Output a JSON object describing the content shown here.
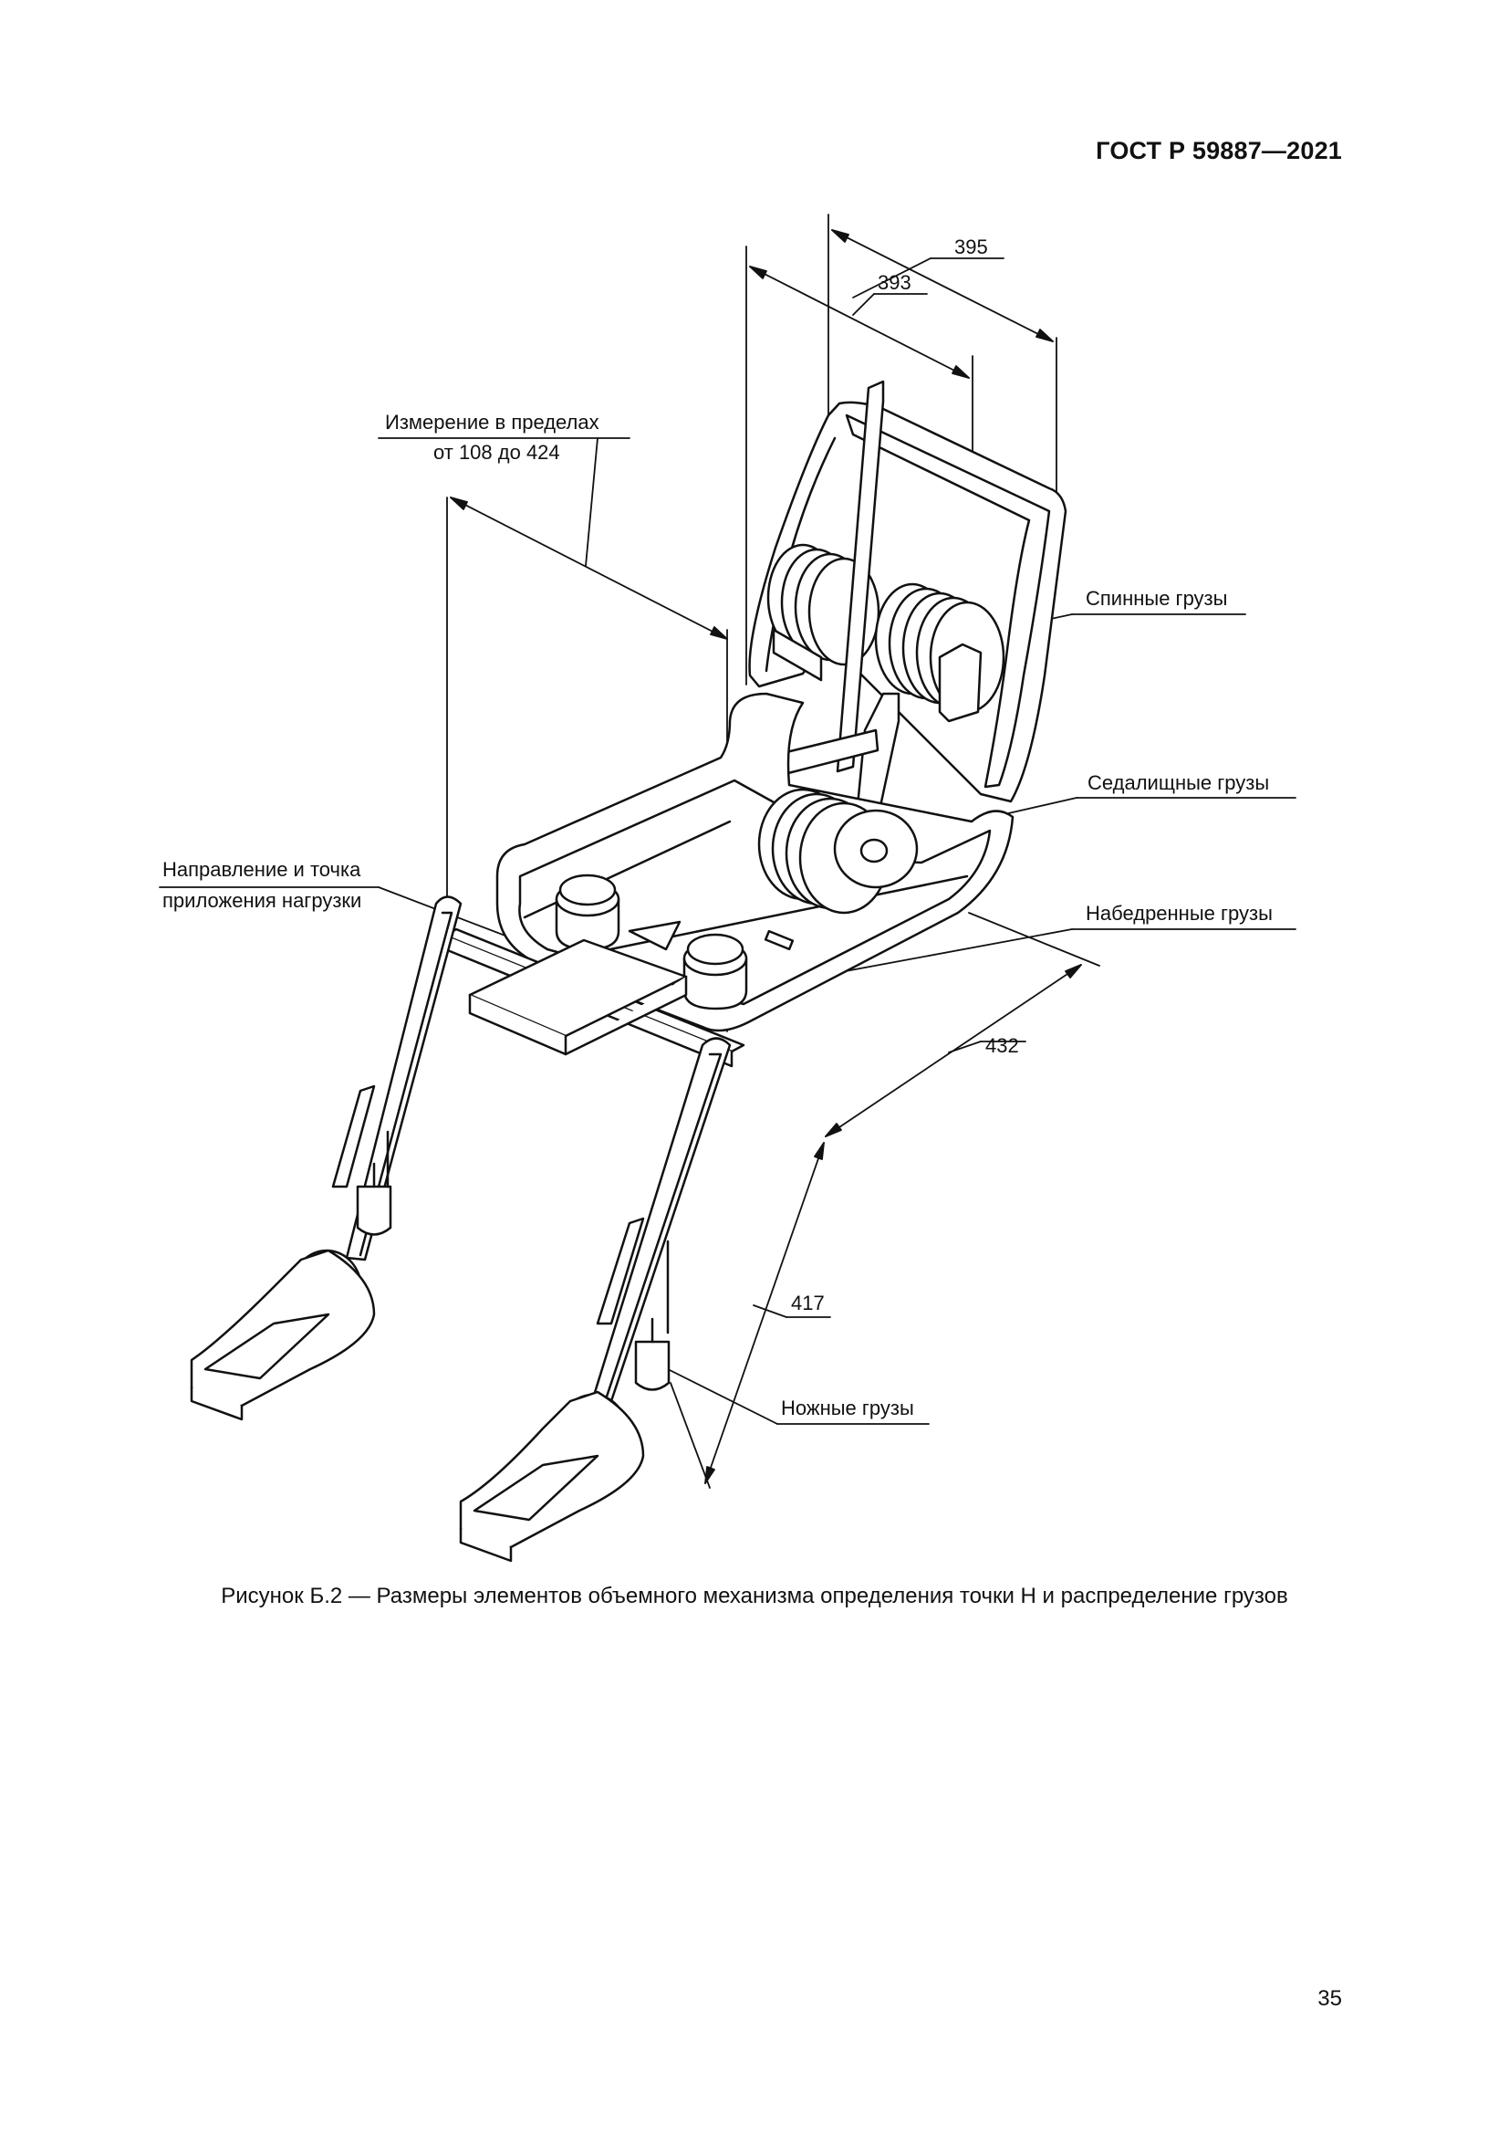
{
  "header": {
    "doc_code": "ГОСТ Р 59887—2021"
  },
  "figure": {
    "dimensions": {
      "d395": "395",
      "d393": "393",
      "range_line1": "Измерение в пределах",
      "range_line2": "от 108 до 424",
      "d432": "432",
      "d417": "417"
    },
    "callouts": {
      "back_weights": "Спинные грузы",
      "seat_weights": "Седалищные грузы",
      "load_line1": "Направление и точка",
      "load_line2": "приложения нагрузки",
      "thigh_weights": "Набедренные грузы",
      "leg_weights": "Ножные грузы"
    }
  },
  "caption": "Рисунок Б.2 — Размеры элементов объемного механизма определения точки Н и распределение грузов",
  "page_number": "35"
}
